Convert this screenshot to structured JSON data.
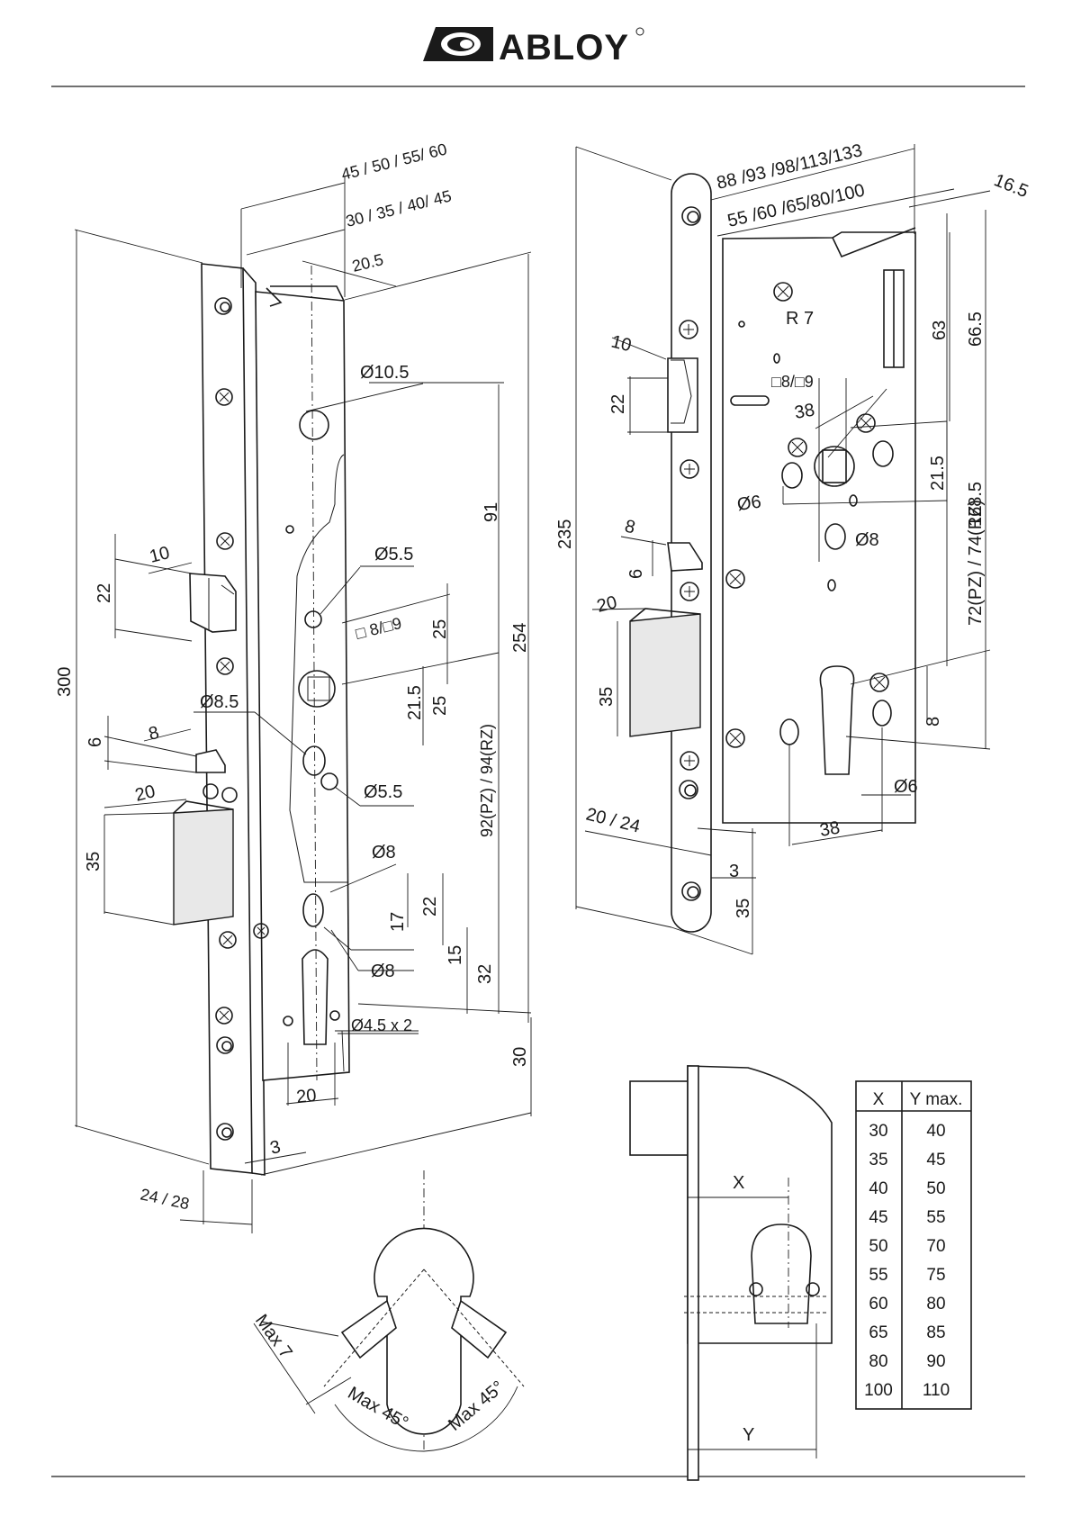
{
  "brand": {
    "name": "ABLOY"
  },
  "left_view": {
    "width_a": "45 / 50 / 55/ 60",
    "width_b": "30 / 35 / 40/ 45",
    "d20_5": "20.5",
    "hole_top": "Ø10.5",
    "d91": "91",
    "d254": "254",
    "d300": "300",
    "hole_5_5a": "Ø5.5",
    "sq": "□ 8/□9",
    "d25a": "25",
    "d25b": "25",
    "d21_5": "21.5",
    "hole_8_5": "Ø8.5",
    "hole_5_5b": "Ø5.5",
    "d92": "92(PZ) / 94(RZ)",
    "latch_10": "10",
    "latch_22": "22",
    "bolt_8": "8",
    "bolt_6": "6",
    "dead_20": "20",
    "dead_35": "35",
    "hole_8a": "Ø8",
    "hole_8b": "Ø8",
    "d17": "17",
    "d22b": "22",
    "d15": "15",
    "d32": "32",
    "hole_4_5": "Ø4.5 x 2",
    "d30": "30",
    "d20b": "20",
    "d3": "3",
    "d24_28": "24 / 28"
  },
  "right_view": {
    "w_a": "88 /93 /98/113/133",
    "w_b": "55 /60 /65/80/100",
    "d16_5": "16.5",
    "r7": "R 7",
    "d63": "63",
    "d66_5": "66.5",
    "sq": "□8/□9",
    "d38a": "38",
    "latch_10": "10",
    "latch_22": "22",
    "d21_5": "21.5",
    "d168_5": "168.5",
    "hole_6a": "Ø6",
    "hole_8": "Ø8",
    "d235": "235",
    "bolt_8": "8",
    "bolt_6": "6",
    "dead_20": "20",
    "dead_35": "35",
    "d72": "72(PZ)  / 74(RZ)",
    "d8": "8",
    "hole_6b": "Ø6",
    "d38b": "38",
    "d20_24": "20 / 24",
    "d3": "3",
    "d35": "35"
  },
  "cylinder_view": {
    "max7": "Max 7",
    "max45a": "Max 45°",
    "max45b": "Max 45°"
  },
  "side_view": {
    "x": "X",
    "y": "Y"
  },
  "xy_table": {
    "headers": [
      "X",
      "Y max."
    ],
    "rows": [
      [
        "30",
        "40"
      ],
      [
        "35",
        "45"
      ],
      [
        "40",
        "50"
      ],
      [
        "45",
        "55"
      ],
      [
        "50",
        "70"
      ],
      [
        "55",
        "75"
      ],
      [
        "60",
        "80"
      ],
      [
        "65",
        "85"
      ],
      [
        "80",
        "90"
      ],
      [
        "100",
        "110"
      ]
    ]
  }
}
